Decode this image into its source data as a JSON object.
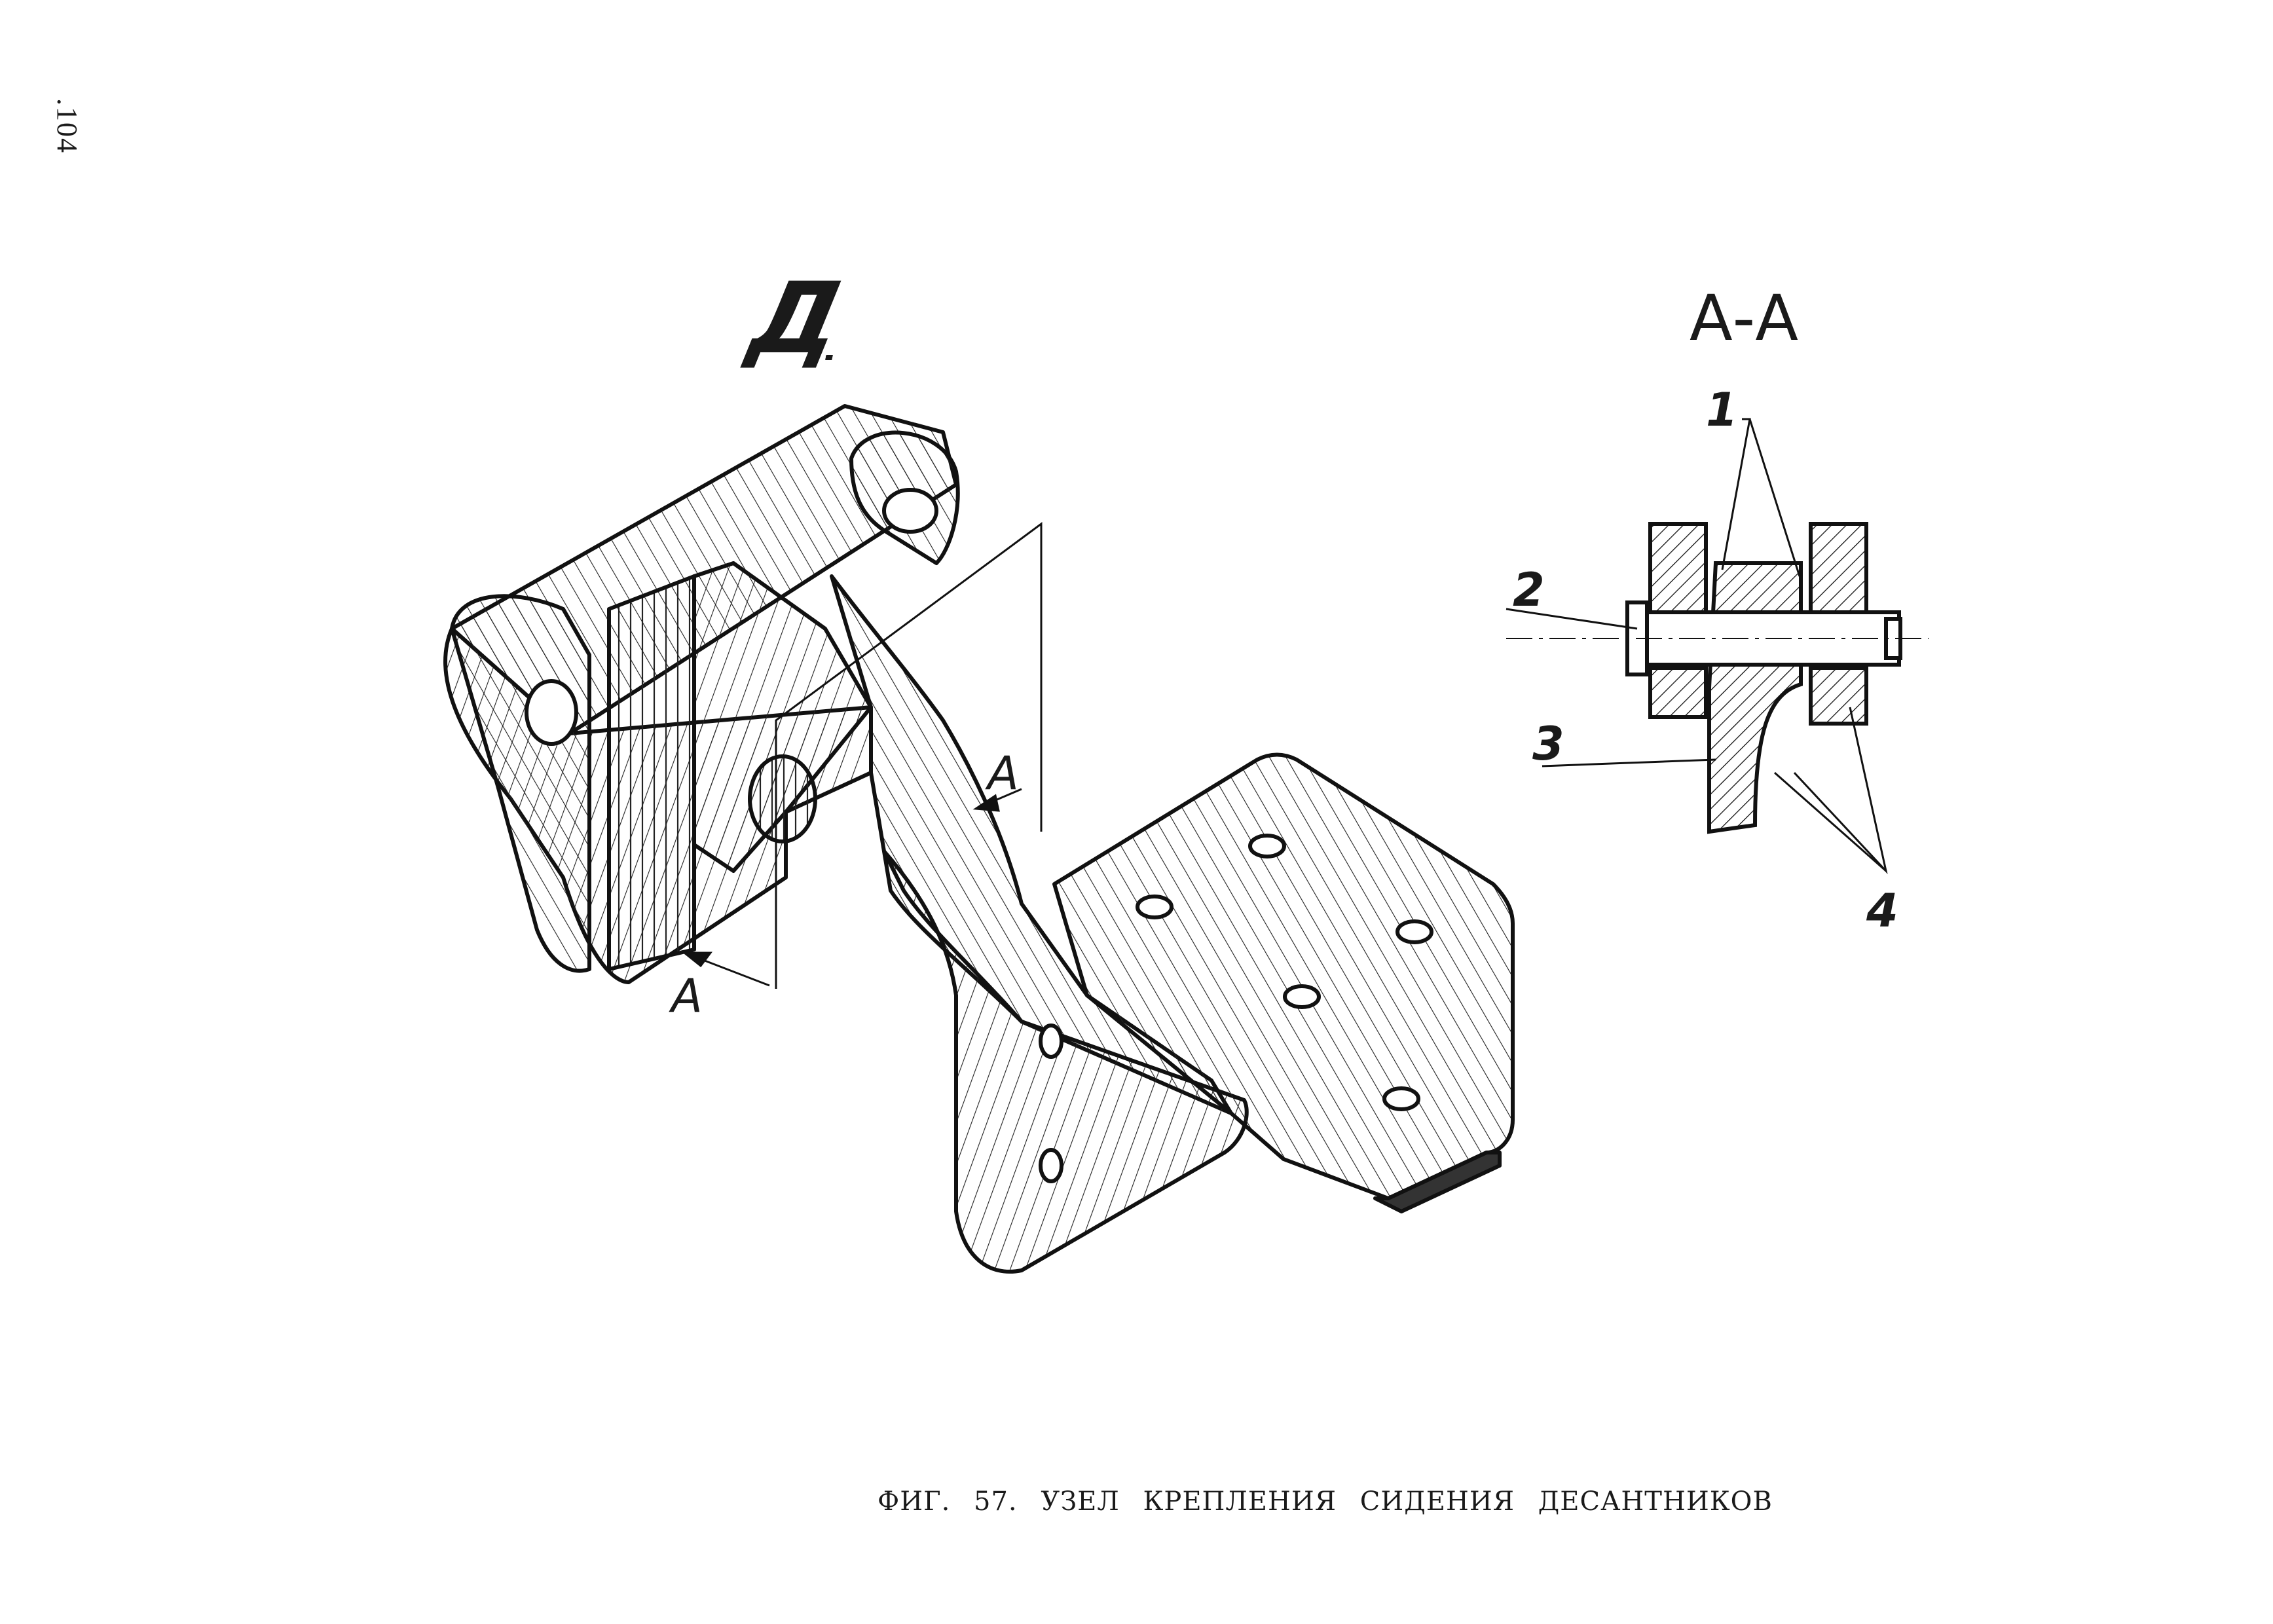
{
  "page_number": ".104",
  "views": {
    "main_view_label": "Д",
    "section_view_label": "А-А"
  },
  "section_marks": [
    "А",
    "А"
  ],
  "callouts": [
    "1",
    "2",
    "3",
    "4"
  ],
  "caption": {
    "figure": "ФИГ. 57.",
    "title": "УЗЕЛ КРЕПЛЕНИЯ СИДЕНИЯ ДЕСАНТНИКОВ"
  }
}
